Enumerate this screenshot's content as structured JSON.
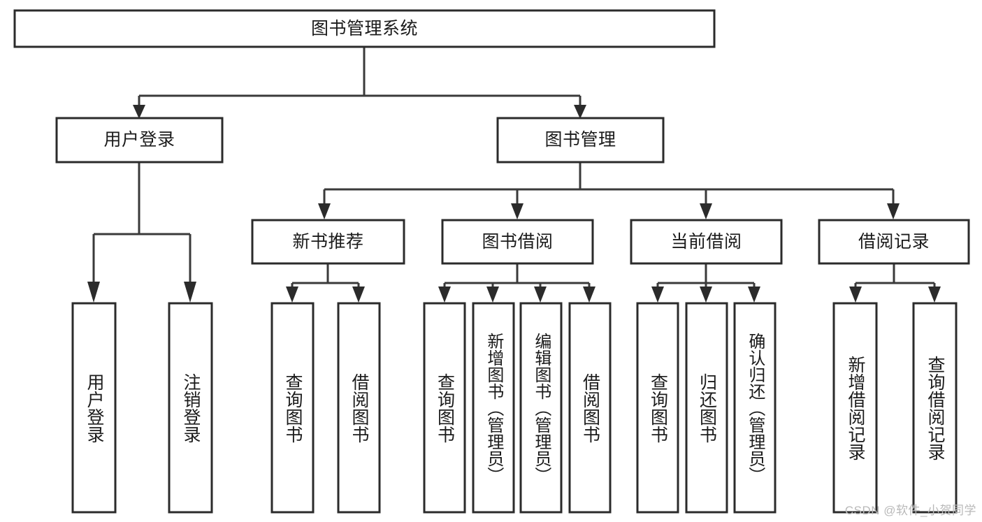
{
  "diagram": {
    "type": "hierarchy-tree",
    "title": "图书管理系统",
    "root": {
      "id": "root",
      "label": "图书管理系统"
    },
    "level2": [
      {
        "id": "user-login",
        "label": "用户登录"
      },
      {
        "id": "book-manage",
        "label": "图书管理"
      }
    ],
    "level3": [
      {
        "id": "new-book-recommend",
        "label": "新书推荐",
        "parent": "book-manage"
      },
      {
        "id": "book-borrow",
        "label": "图书借阅",
        "parent": "book-manage"
      },
      {
        "id": "current-borrow",
        "label": "当前借阅",
        "parent": "book-manage"
      },
      {
        "id": "borrow-record",
        "label": "借阅记录",
        "parent": "book-manage"
      }
    ],
    "leaves": [
      {
        "id": "leaf-user-login",
        "label": "用户登录",
        "parent": "user-login"
      },
      {
        "id": "leaf-logout-login",
        "label": "注销登录",
        "parent": "user-login"
      },
      {
        "id": "leaf-query-book-1",
        "label": "查询图书",
        "parent": "new-book-recommend"
      },
      {
        "id": "leaf-borrow-book-1",
        "label": "借阅图书",
        "parent": "new-book-recommend"
      },
      {
        "id": "leaf-query-book-2",
        "label": "查询图书",
        "parent": "book-borrow"
      },
      {
        "id": "leaf-add-book-admin",
        "label": "新增图书（管理员）",
        "parent": "book-borrow"
      },
      {
        "id": "leaf-edit-book-admin",
        "label": "编辑图书（管理员）",
        "parent": "book-borrow"
      },
      {
        "id": "leaf-borrow-book-2",
        "label": "借阅图书",
        "parent": "book-borrow"
      },
      {
        "id": "leaf-query-book-3",
        "label": "查询图书",
        "parent": "current-borrow"
      },
      {
        "id": "leaf-return-book",
        "label": "归还图书",
        "parent": "current-borrow"
      },
      {
        "id": "leaf-confirm-return-admin",
        "label": "确认归还（管理员）",
        "parent": "current-borrow"
      },
      {
        "id": "leaf-add-borrow-record",
        "label": "新增借阅记录",
        "parent": "borrow-record"
      },
      {
        "id": "leaf-query-borrow-record",
        "label": "查询借阅记录",
        "parent": "borrow-record"
      }
    ],
    "colors": {
      "box_stroke": "#2b2b2b",
      "connector": "#3a3a3a",
      "text": "#1b1b1b",
      "background": "#ffffff",
      "watermark": "#b9b9b9"
    }
  },
  "watermark": {
    "text": "CSDN @软件_小贺同学"
  }
}
